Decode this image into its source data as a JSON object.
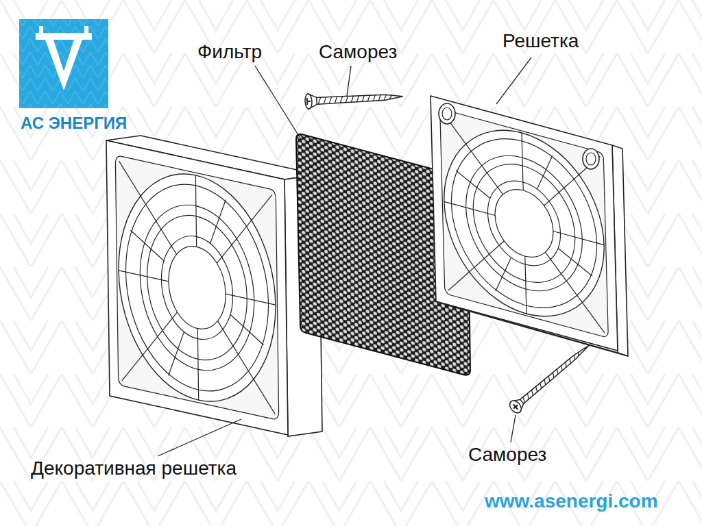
{
  "diagram": {
    "labels": [
      "АС ЭНЕРГИЯ",
      "Фильтр",
      "Саморез",
      "Решетка",
      "Декоративная решетка",
      "Саморез",
      "www.asenergi.com"
    ]
  }
}
